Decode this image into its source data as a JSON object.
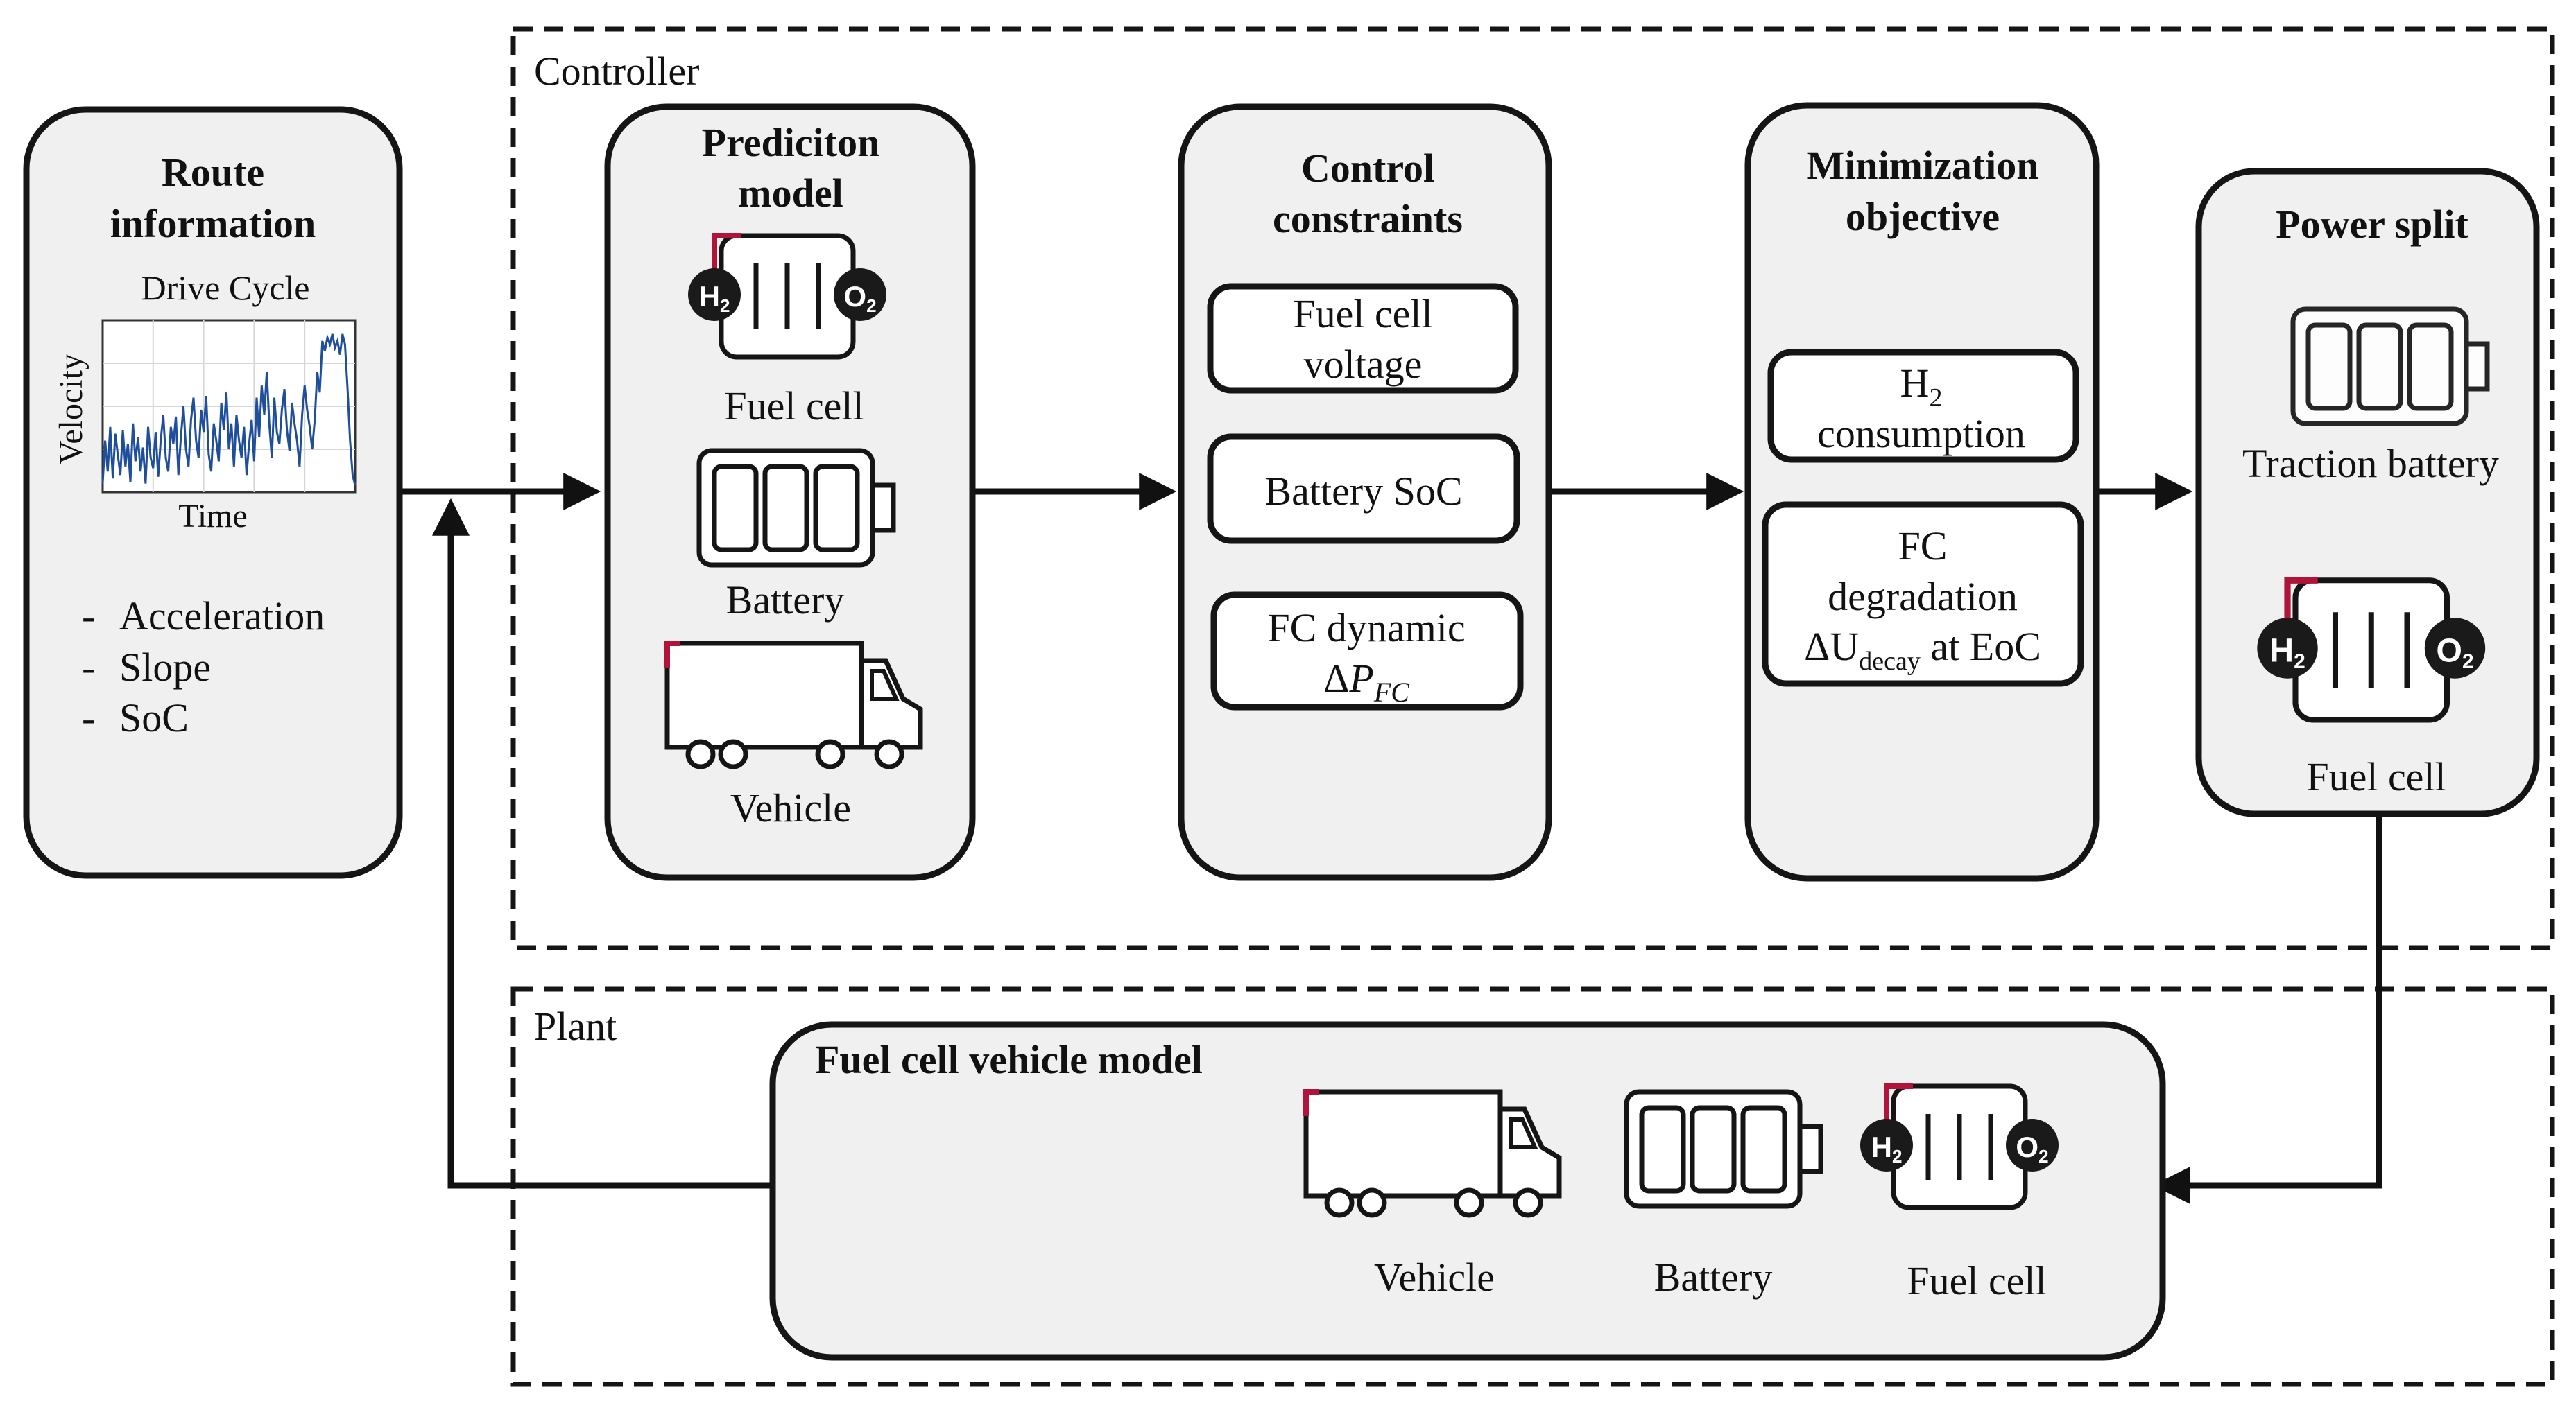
{
  "controller": {
    "label": "Controller"
  },
  "plant": {
    "label": "Plant"
  },
  "route": {
    "title_line1": "Route",
    "title_line2": "information",
    "chart_title": "Drive Cycle",
    "y_label": "Velocity",
    "x_label": "Time",
    "bullets": [
      "Acceleration",
      "Slope",
      "SoC"
    ]
  },
  "prediction": {
    "title_line1": "Prediciton",
    "title_line2": "model",
    "fuel_cell_label": "Fuel cell",
    "battery_label": "Battery",
    "vehicle_label": "Vehicle"
  },
  "constraints": {
    "title_line1": "Control",
    "title_line2": "constraints",
    "item1_line1": "Fuel cell",
    "item1_line2": "voltage",
    "item2": "Battery SoC",
    "item3_line1": "FC dynamic",
    "item3_delta": "Δ",
    "item3_symbol": "P",
    "item3_subscript": "FC"
  },
  "objective": {
    "title_line1": "Minimization",
    "title_line2": "objective",
    "item1_h": "H",
    "item1_sub": "2",
    "item1_line2": "consumption",
    "item2_line1": "FC",
    "item2_line2": "degradation",
    "item2_delta": "ΔU",
    "item2_sub": "decay",
    "item2_suffix": " at EoC"
  },
  "power_split": {
    "title": "Power split",
    "battery_label": "Traction battery",
    "fuel_cell_label": "Fuel cell"
  },
  "vehicle_model": {
    "title": "Fuel cell vehicle model",
    "vehicle_label": "Vehicle",
    "battery_label": "Battery",
    "fuel_cell_label": "Fuel cell"
  },
  "fuel_cell_icon": {
    "h2": "H",
    "h2_sub": "2",
    "o2": "O",
    "o2_sub": "2"
  },
  "colors": {
    "accent": "#b0143a",
    "box_fill": "#f0f0f0",
    "line": "#151515",
    "chart_line": "#1f4e9b"
  },
  "chart_data": {
    "type": "line",
    "title": "Drive Cycle",
    "xlabel": "Time",
    "ylabel": "Velocity",
    "xlim": [
      0,
      100
    ],
    "ylim": [
      0,
      100
    ],
    "grid": true,
    "legend": "none",
    "series": [
      {
        "x": [
          0,
          1,
          2,
          3,
          4,
          5,
          6,
          7,
          8,
          9,
          10,
          11,
          12,
          13,
          14,
          15,
          16,
          17,
          18,
          19,
          20,
          21,
          22,
          23,
          24,
          25,
          26,
          27,
          28,
          29,
          30,
          31,
          32,
          33,
          34,
          35,
          36,
          37,
          38,
          39,
          40,
          41,
          42,
          43,
          44,
          45,
          46,
          47,
          48,
          49,
          50,
          51,
          52,
          53,
          54,
          55,
          56,
          57,
          58,
          59,
          60,
          61,
          62,
          63,
          64,
          65,
          66,
          67,
          68,
          69,
          70,
          71,
          72,
          73,
          74,
          75,
          76,
          77,
          78,
          79,
          80,
          81,
          82,
          83,
          84,
          85,
          86,
          87,
          88,
          89,
          90,
          91,
          92,
          93,
          94,
          95,
          96,
          97,
          98,
          99,
          100
        ],
        "values": [
          5,
          30,
          12,
          38,
          8,
          34,
          22,
          10,
          36,
          15,
          28,
          6,
          40,
          18,
          32,
          12,
          26,
          5,
          38,
          20,
          14,
          35,
          9,
          30,
          45,
          20,
          12,
          38,
          28,
          44,
          10,
          32,
          50,
          25,
          15,
          42,
          55,
          30,
          20,
          48,
          35,
          56,
          22,
          12,
          40,
          30,
          18,
          52,
          36,
          58,
          25,
          40,
          15,
          45,
          30,
          20,
          38,
          10,
          28,
          42,
          18,
          55,
          32,
          62,
          45,
          70,
          40,
          20,
          55,
          35,
          28,
          48,
          60,
          36,
          24,
          52,
          40,
          30,
          15,
          45,
          62,
          48,
          38,
          25,
          42,
          70,
          58,
          88,
          82,
          90,
          86,
          92,
          84,
          88,
          80,
          92,
          86,
          60,
          30,
          10,
          4
        ]
      }
    ]
  }
}
